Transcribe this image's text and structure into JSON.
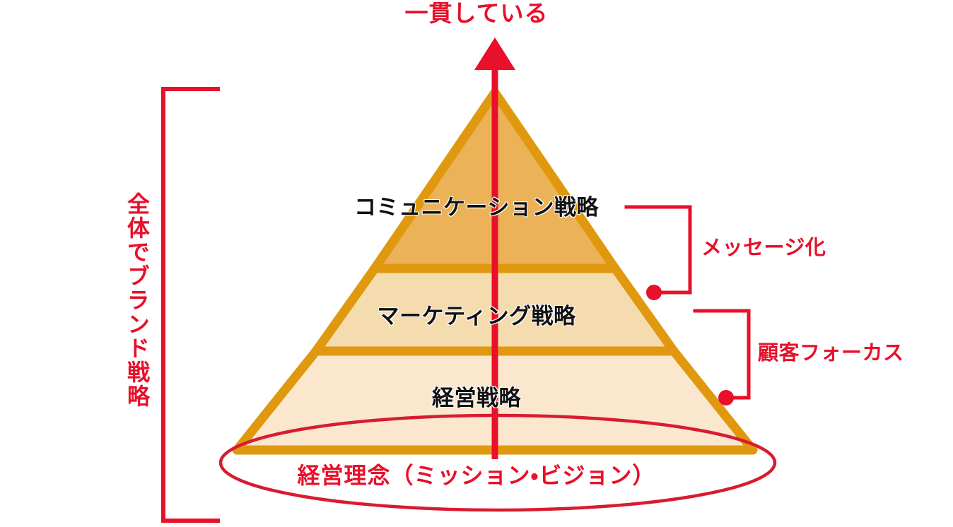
{
  "diagram": {
    "type": "pyramid",
    "title": "一貫している",
    "headline": "一貫している",
    "foundation_label": "経営理念（ミッション・ビジョン）",
    "left_bracket_label": "全体でブランド戦略",
    "tiers": [
      {
        "id": "communication",
        "label": "コミュニケーション戦略",
        "level": 1,
        "fill": "#ebb257"
      },
      {
        "id": "marketing",
        "label": "マーケティング戦略",
        "level": 2,
        "fill": "#f5dcae"
      },
      {
        "id": "management",
        "label": "経営戦略",
        "level": 3,
        "fill": "#fbe7cd"
      }
    ],
    "annotations": [
      {
        "id": "messaging",
        "label": "メッセージ化",
        "spans_tiers": [
          "communication",
          "marketing"
        ],
        "color": "#e8102a"
      },
      {
        "id": "customer-focus",
        "label": "顧客フォーカス",
        "spans_tiers": [
          "marketing",
          "management"
        ],
        "color": "#e8102a"
      }
    ],
    "colors": {
      "red": "#e8102a",
      "pyramid_outline": "#e0990f",
      "tier_top": "#ebb257",
      "tier_middle": "#f5dcae",
      "tier_bottom": "#fbe7cd",
      "text_dark": "#111111",
      "background": "#ffffff"
    },
    "icons": {
      "arrow": "up-arrow-icon",
      "ellipse": "ellipse-outline-icon",
      "bracket": "bracket-icon",
      "connector_dot": "connector-dot-icon"
    }
  }
}
